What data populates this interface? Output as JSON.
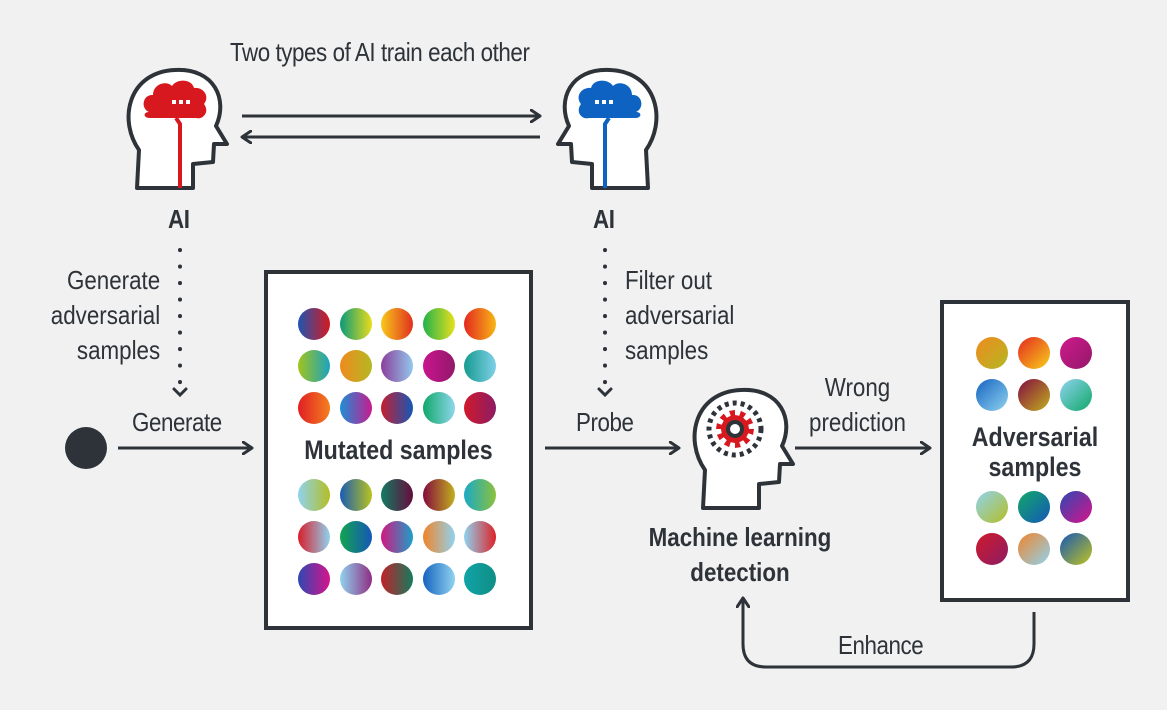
{
  "title": "Two types of AI train each other",
  "nodes": {
    "ai_left": {
      "label": "AI",
      "color": "#d7191f"
    },
    "ai_right": {
      "label": "AI",
      "color": "#0e62c1"
    },
    "ml_detection": {
      "label_line1": "Machine learning",
      "label_line2": "detection",
      "gear_color": "#d7191f"
    },
    "mutated_samples": {
      "label": "Mutated samples"
    },
    "adversarial_samples": {
      "label_line1": "Adversarial",
      "label_line2": "samples"
    }
  },
  "edges": {
    "generate_adversarial": {
      "line1": "Generate",
      "line2": "adversarial",
      "line3": "samples"
    },
    "filter_out": {
      "line1": "Filter out",
      "line2": "adversarial",
      "line3": "samples"
    },
    "generate": "Generate",
    "probe": "Probe",
    "wrong_prediction": {
      "line1": "Wrong",
      "line2": "prediction"
    },
    "enhance": "Enhance"
  },
  "mutated_top": [
    [
      "#1e55b3",
      "#d7191f"
    ],
    [
      "#0a9a7a",
      "#e9dd1a"
    ],
    [
      "#f8c81c",
      "#e0301e"
    ],
    [
      "#22b24c",
      "#e8e01c"
    ],
    [
      "#e3281f",
      "#f7b617"
    ],
    [
      "#a2c31b",
      "#1aa3c0"
    ],
    [
      "#ef8a1e",
      "#b5b823"
    ],
    [
      "#8b3f9c",
      "#92c8ec"
    ],
    [
      "#c8158f",
      "#93186a"
    ],
    [
      "#169b8f",
      "#7fd0e8"
    ],
    [
      "#e11e23",
      "#f3801f"
    ],
    [
      "#1c8fd6",
      "#c91a8e"
    ],
    [
      "#c41f2f",
      "#1557b7"
    ],
    [
      "#11a868",
      "#8dd6ec"
    ],
    [
      "#d01a2c",
      "#8c1c64"
    ]
  ],
  "mutated_bottom": [
    [
      "#8fd3ef",
      "#b3be23"
    ],
    [
      "#1a5cb3",
      "#b9c31f"
    ],
    [
      "#137a61",
      "#650c3c"
    ],
    [
      "#850b3d",
      "#c1b01e"
    ],
    [
      "#1aa9c6",
      "#8bc23c"
    ],
    [
      "#d91e2b",
      "#8fd3ef"
    ],
    [
      "#12a450",
      "#1557b7"
    ],
    [
      "#d3177f",
      "#1aa0c8"
    ],
    [
      "#f0842a",
      "#8fd3ef"
    ],
    [
      "#8fd3ef",
      "#dc2228"
    ],
    [
      "#2d48b3",
      "#d7138a"
    ],
    [
      "#8fd3ef",
      "#8f2d83"
    ],
    [
      "#c2202a",
      "#147c5d"
    ],
    [
      "#1663c1",
      "#8fd3ef"
    ],
    [
      "#10a3a6",
      "#0f8e86"
    ]
  ],
  "adversarial_top": [
    [
      "#f08a1e",
      "#b3b822"
    ],
    [
      "#e3281f",
      "#f8d01a"
    ],
    [
      "#cf1a8c",
      "#93186a"
    ],
    [
      "#1663c1",
      "#8fd3ef"
    ],
    [
      "#820b40",
      "#c1b01e"
    ],
    [
      "#8fd3ef",
      "#11a868"
    ]
  ],
  "adversarial_bottom": [
    [
      "#8fd3ef",
      "#b3be23"
    ],
    [
      "#11a868",
      "#1557b7"
    ],
    [
      "#2d48b3",
      "#d7138a"
    ],
    [
      "#d01a2c",
      "#8c1c64"
    ],
    [
      "#f0842a",
      "#8fd3ef"
    ],
    [
      "#1557b7",
      "#c1c41f"
    ]
  ]
}
